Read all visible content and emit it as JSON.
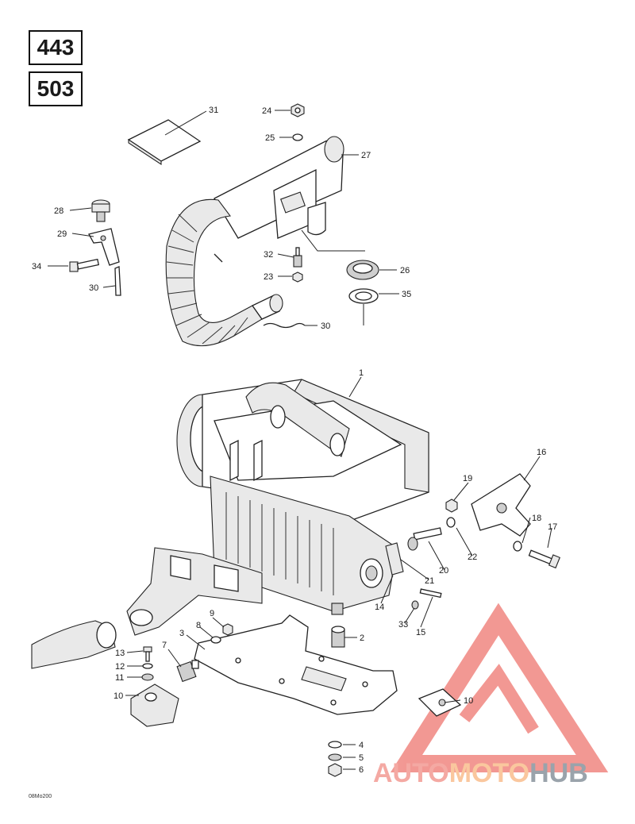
{
  "models": [
    "443",
    "503"
  ],
  "drawing_code": "08Mo200",
  "watermark": {
    "part1": "AUTO",
    "part2": "MOTO",
    "part3": "HUB"
  },
  "callouts": [
    {
      "id": "c31",
      "label": "31"
    },
    {
      "id": "c24",
      "label": "24"
    },
    {
      "id": "c25",
      "label": "25"
    },
    {
      "id": "c27",
      "label": "27"
    },
    {
      "id": "c28",
      "label": "28"
    },
    {
      "id": "c29",
      "label": "29"
    },
    {
      "id": "c34",
      "label": "34"
    },
    {
      "id": "c30a",
      "label": "30"
    },
    {
      "id": "c32",
      "label": "32"
    },
    {
      "id": "c23",
      "label": "23"
    },
    {
      "id": "c26",
      "label": "26"
    },
    {
      "id": "c35",
      "label": "35"
    },
    {
      "id": "c30b",
      "label": "30"
    },
    {
      "id": "c1",
      "label": "1"
    },
    {
      "id": "c16",
      "label": "16"
    },
    {
      "id": "c19",
      "label": "19"
    },
    {
      "id": "c18",
      "label": "18"
    },
    {
      "id": "c17",
      "label": "17"
    },
    {
      "id": "c22",
      "label": "22"
    },
    {
      "id": "c20",
      "label": "20"
    },
    {
      "id": "c21",
      "label": "21"
    },
    {
      "id": "c14",
      "label": "14"
    },
    {
      "id": "c33",
      "label": "33"
    },
    {
      "id": "c15",
      "label": "15"
    },
    {
      "id": "c9",
      "label": "9"
    },
    {
      "id": "c8",
      "label": "8"
    },
    {
      "id": "c3",
      "label": "3"
    },
    {
      "id": "c7",
      "label": "7"
    },
    {
      "id": "c2",
      "label": "2"
    },
    {
      "id": "c13",
      "label": "13"
    },
    {
      "id": "c12",
      "label": "12"
    },
    {
      "id": "c11",
      "label": "11"
    },
    {
      "id": "c10a",
      "label": "10"
    },
    {
      "id": "c10b",
      "label": "10"
    },
    {
      "id": "c4",
      "label": "4"
    },
    {
      "id": "c5",
      "label": "5"
    },
    {
      "id": "c6",
      "label": "6"
    }
  ],
  "colors": {
    "watermark_red": "#e8453c",
    "watermark_orange": "#f7931e",
    "watermark_gray": "#4a4f55"
  }
}
